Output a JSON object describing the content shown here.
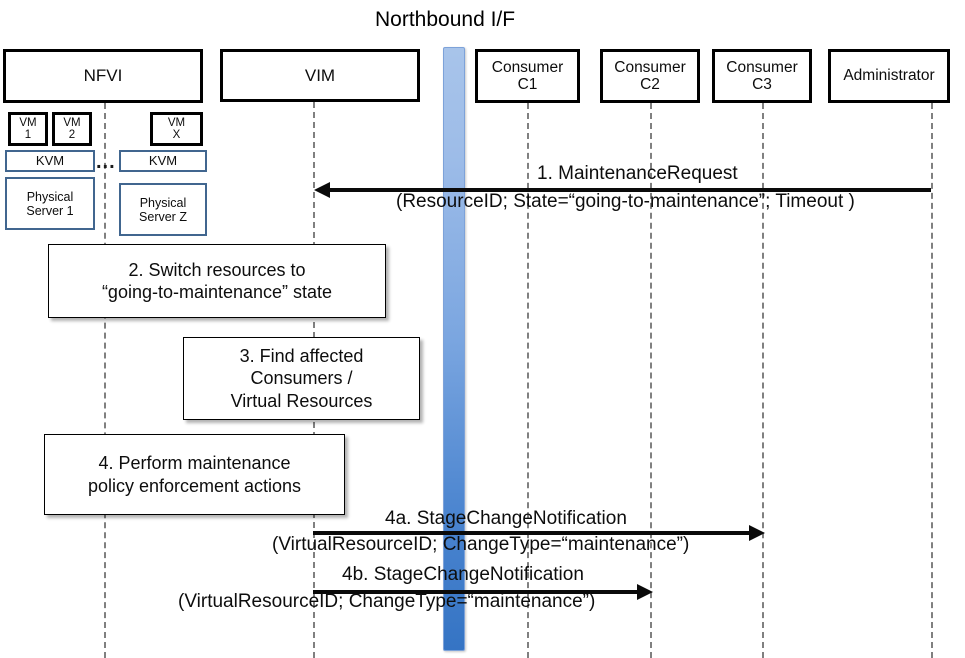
{
  "diagram": {
    "title": "Northbound I/F",
    "interface_bar_colors": {
      "top": "#a8c4ea",
      "bottom": "#3574c4"
    }
  },
  "actors": [
    {
      "id": "nfvi",
      "label": "NFVI"
    },
    {
      "id": "vim",
      "label": "VIM"
    },
    {
      "id": "c1",
      "label": "Consumer\nC1",
      "line1": "Consumer",
      "line2": "C1"
    },
    {
      "id": "c2",
      "label": "Consumer\nC2",
      "line1": "Consumer",
      "line2": "C2"
    },
    {
      "id": "c3",
      "label": "Consumer\nC3",
      "line1": "Consumer",
      "line2": "C3"
    },
    {
      "id": "admin",
      "label": "Administrator"
    }
  ],
  "nfvi_internals": {
    "vm1": {
      "line1": "VM",
      "line2": "1"
    },
    "vm2": {
      "line1": "VM",
      "line2": "2"
    },
    "vmx": {
      "line1": "VM",
      "line2": "X"
    },
    "kvm_left": "KVM",
    "kvm_right": "KVM",
    "server_left": {
      "line1": "Physical",
      "line2": "Server 1"
    },
    "server_right": {
      "line1": "Physical",
      "line2": "Server Z"
    },
    "ellipsis": "..."
  },
  "steps": [
    {
      "id": "step2",
      "line1": "2. Switch resources to",
      "line2": "“going-to-maintenance” state"
    },
    {
      "id": "step3",
      "line1": "3. Find affected",
      "line2": "Consumers /",
      "line3": "Virtual Resources"
    },
    {
      "id": "step4",
      "line1": "4. Perform maintenance",
      "line2": "policy enforcement actions"
    }
  ],
  "messages": [
    {
      "id": "msg1",
      "name": "1.   MaintenanceRequest",
      "params": "(ResourceID; State=“going-to-maintenance”; Timeout )",
      "from": "admin",
      "to": "vim",
      "direction": "left"
    },
    {
      "id": "msg4a",
      "name": "4a. StageChangeNotification",
      "params": "(VirtualResourceID; ChangeType=“maintenance”)",
      "from": "vim",
      "to": "c3",
      "direction": "right"
    },
    {
      "id": "msg4b",
      "name": "4b. StageChangeNotification",
      "params": "(VirtualResourceID; ChangeType=“maintenance”)",
      "from": "vim",
      "to": "c2",
      "direction": "right"
    }
  ]
}
